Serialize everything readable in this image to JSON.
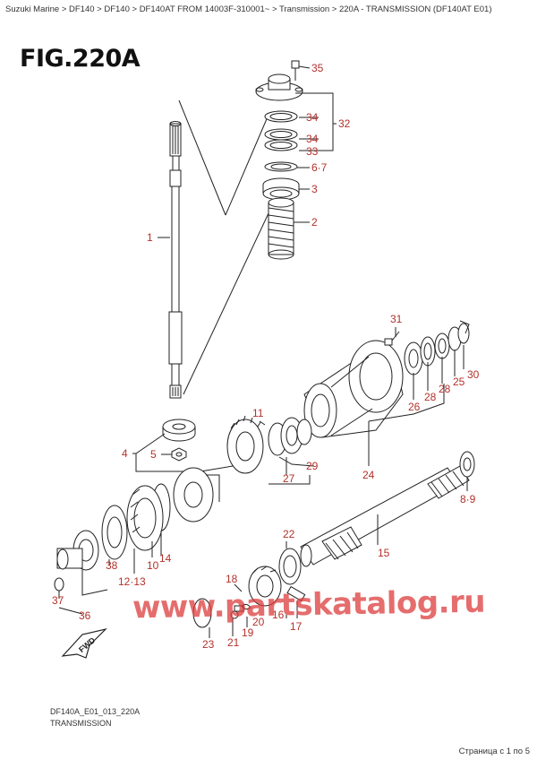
{
  "breadcrumb": "Suzuki Marine > DF140 > DF140 > DF140AT FROM 14003F-310001~ > Transmission > 220A - TRANSMISSION (DF140AT E01)",
  "figure_title": "FIG.220A",
  "watermark": "www.partskatalog.ru",
  "fwd_label": "FWD",
  "drawing_code": "DF140A_E01_013_220A",
  "drawing_subtitle": "TRANSMISSION",
  "pagination": "Страница с 1 по 5",
  "colors": {
    "callout": "#b3312b",
    "line": "#222222"
  },
  "callouts": {
    "c35": "35",
    "c34a": "34",
    "c32": "32",
    "c34b": "34",
    "c33": "33",
    "c67": "6·7",
    "c3": "3",
    "c2": "2",
    "c1": "1",
    "c31": "31",
    "c30": "30",
    "c25": "25",
    "c28a": "28",
    "c28b": "28",
    "c26": "26",
    "c24": "24",
    "c11": "11",
    "c29": "29",
    "c27": "27",
    "c4": "4",
    "c5": "5",
    "c89": "8·9",
    "c15": "15",
    "c22": "22",
    "c18": "18",
    "c16": "16",
    "c17": "17",
    "c20": "20",
    "c19": "19",
    "c21": "21",
    "c23": "23",
    "c38": "38",
    "c1213": "12·13",
    "c10": "10",
    "c14": "14",
    "c37": "37",
    "c36": "36"
  }
}
